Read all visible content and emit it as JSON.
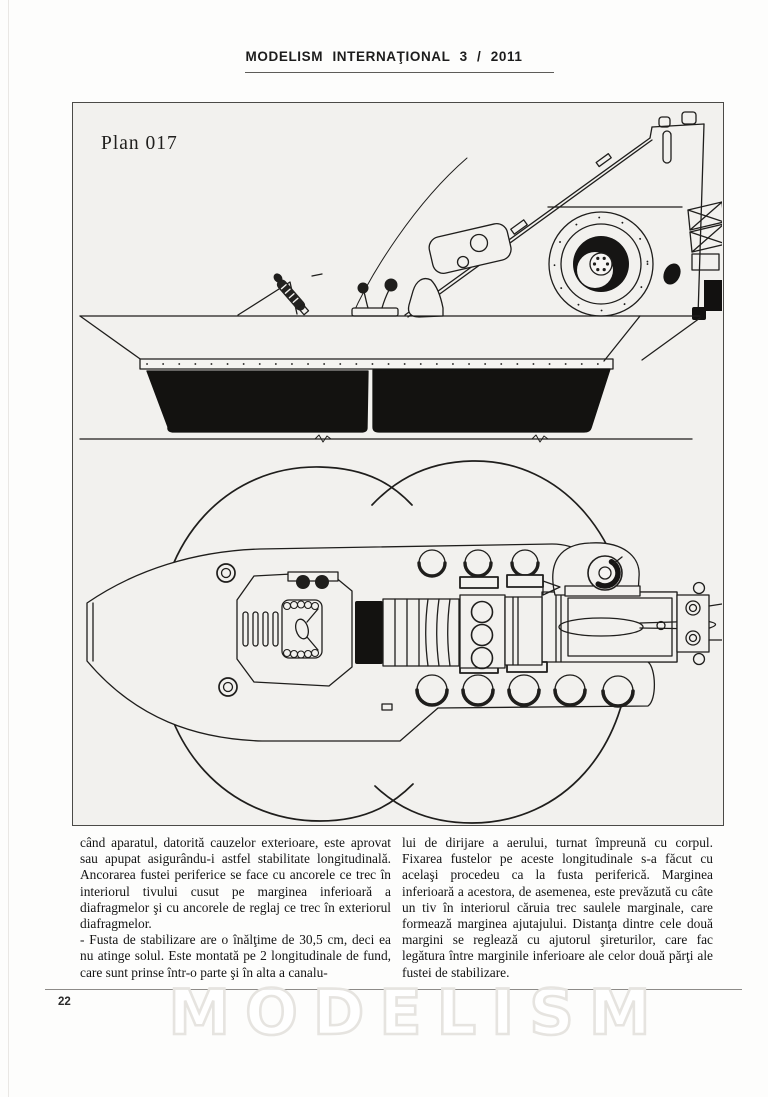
{
  "header": {
    "title": "MODELISM INTERNAŢIONAL 3 / 2011"
  },
  "drawing": {
    "plan_label": "Plan 017"
  },
  "article": {
    "left_column": [
      "când aparatul, datorită cauzelor exterioare, este aprovat sau apupat asigurându-i astfel stabilitate longitudinală. Ancorarea fustei periferice se face cu ancorele ce trec în interiorul tivului cusut pe marginea inferioară a diafragmelor şi cu ancorele de reglaj ce trec în exteriorul diafragmelor.",
      "-  Fusta de stabilizare are o înălţime de 30,5 cm, deci ea nu atinge solul. Este montată pe 2 longitudinale de fund, care sunt prinse într-o parte şi în alta a canalu-"
    ],
    "right_column": [
      "lui de dirijare a aerului, turnat împreună cu corpul. Fixarea fustelor pe aceste longitudinale s-a făcut cu acelaşi procedeu ca la fusta periferică. Marginea inferioară a acestora, de asemenea, este prevăzută cu câte un tiv în interiorul căruia trec saulele marginale, care formează marginea ajutajului. Distanţa dintre cele două margini se reglează cu ajutorul şireturilor, care fac legătura între marginile inferioare ale celor două părţi ale fustei de stabilizare."
    ]
  },
  "footer": {
    "page_number": "22",
    "watermark": "MODELISM"
  },
  "colors": {
    "ink": "#1f1e1c",
    "paper": "#f2f1ee",
    "page_background": "#fdfdfc",
    "header_rule": "#5d5c59",
    "footer_rule": "#8d8b88",
    "watermark_outline": "#e6e4e0"
  }
}
